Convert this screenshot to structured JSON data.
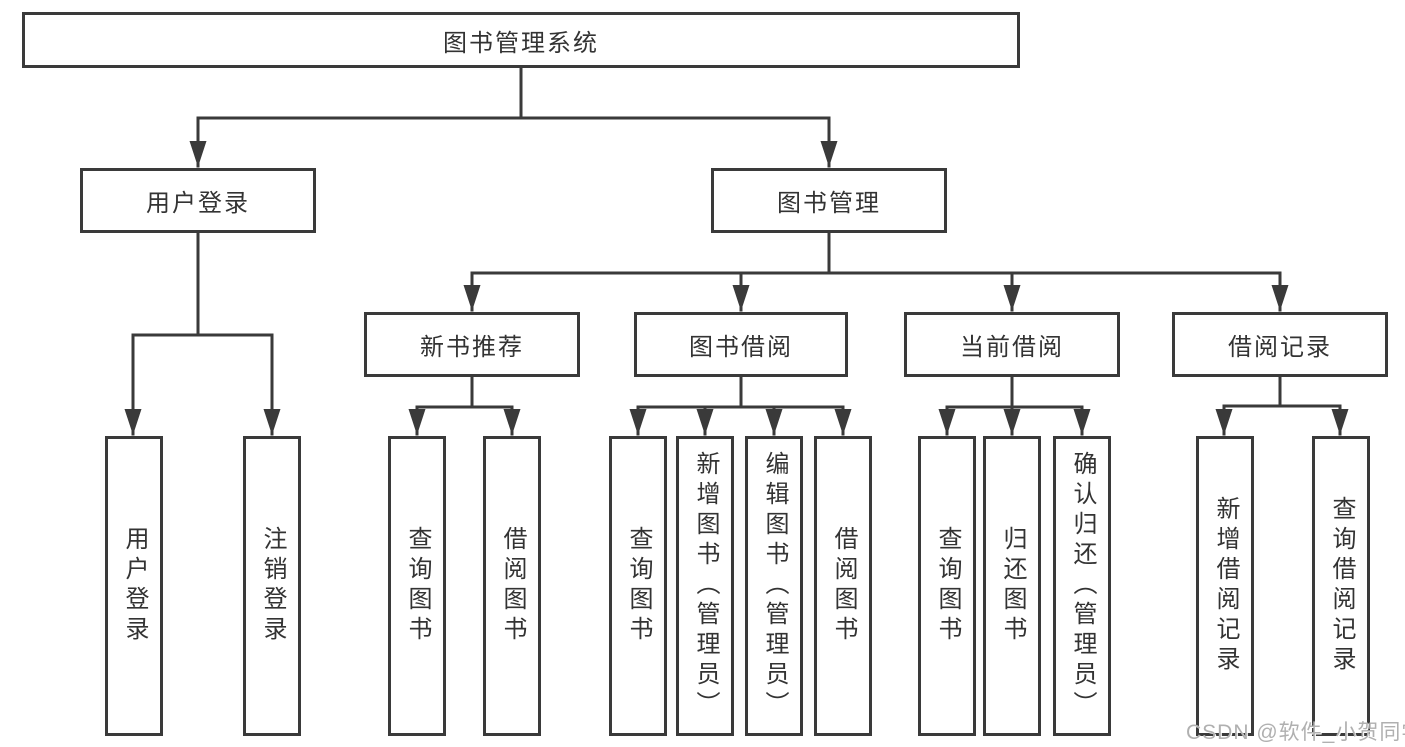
{
  "diagram_title": "图书管理系统",
  "labels": {
    "root": "图书管理系统",
    "user_login": "用户登录",
    "book_mgmt": "图书管理",
    "new_book_rec": "新书推荐",
    "book_borrow": "图书借阅",
    "current_borrow": "当前借阅",
    "borrow_record": "借阅记录",
    "ul_login": "用户登录",
    "ul_logout": "注销登录",
    "nb_query": "查询图书",
    "nb_borrow": "借阅图书",
    "bb_query": "查询图书",
    "bb_add": "新增图书（管理员）",
    "bb_edit": "编辑图书（管理员）",
    "bb_borrow": "借阅图书",
    "cb_query": "查询图书",
    "cb_return": "归还图书",
    "cb_confirm": "确认归还（管理员）",
    "br_add": "新增借阅记录",
    "br_query": "查询借阅记录"
  },
  "hierarchy": {
    "图书管理系统": {
      "用户登录": [
        "用户登录",
        "注销登录"
      ],
      "图书管理": {
        "新书推荐": [
          "查询图书",
          "借阅图书"
        ],
        "图书借阅": [
          "查询图书",
          "新增图书（管理员）",
          "编辑图书（管理员）",
          "借阅图书"
        ],
        "当前借阅": [
          "查询图书",
          "归还图书",
          "确认归还（管理员）"
        ],
        "借阅记录": [
          "新增借阅记录",
          "查询借阅记录"
        ]
      }
    }
  },
  "watermark": {
    "text": "CSDN @软件_小贺同学"
  },
  "colors": {
    "background": "#ffffff",
    "line": "#3a3a3a",
    "box_border": "#3a3a3a",
    "text": "#333333",
    "watermark": "#b0b0b0"
  }
}
